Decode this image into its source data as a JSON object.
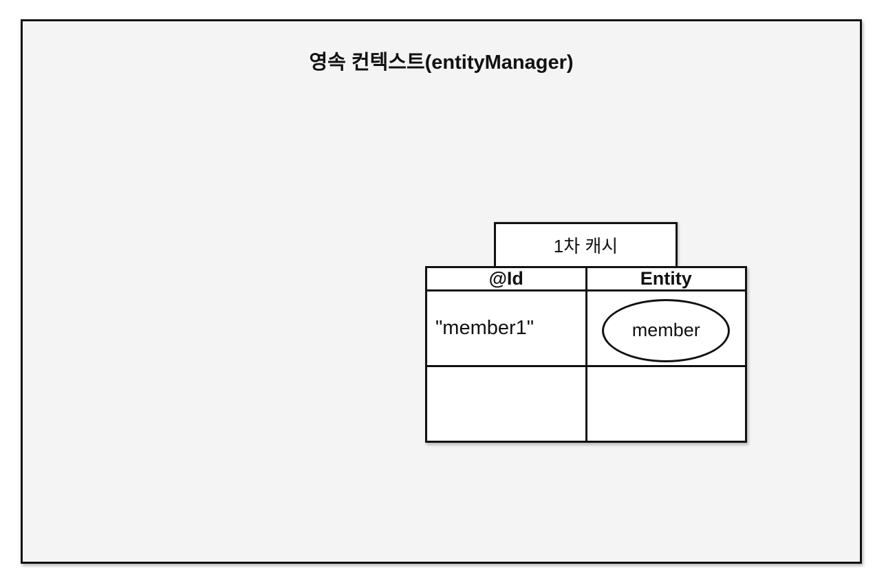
{
  "diagram": {
    "title": "영속 컨텍스트(entityManager)",
    "cache_label": "1차 캐시",
    "table": {
      "headers": [
        "@Id",
        "Entity"
      ],
      "rows": [
        {
          "id": "\"member1\"",
          "entity": "member"
        },
        {
          "id": "",
          "entity": ""
        }
      ]
    },
    "colors": {
      "page_background": "#ffffff",
      "panel_fill": "#f4f4f4",
      "cell_fill": "#ffffff",
      "line": "#111111",
      "text": "#111111"
    }
  }
}
